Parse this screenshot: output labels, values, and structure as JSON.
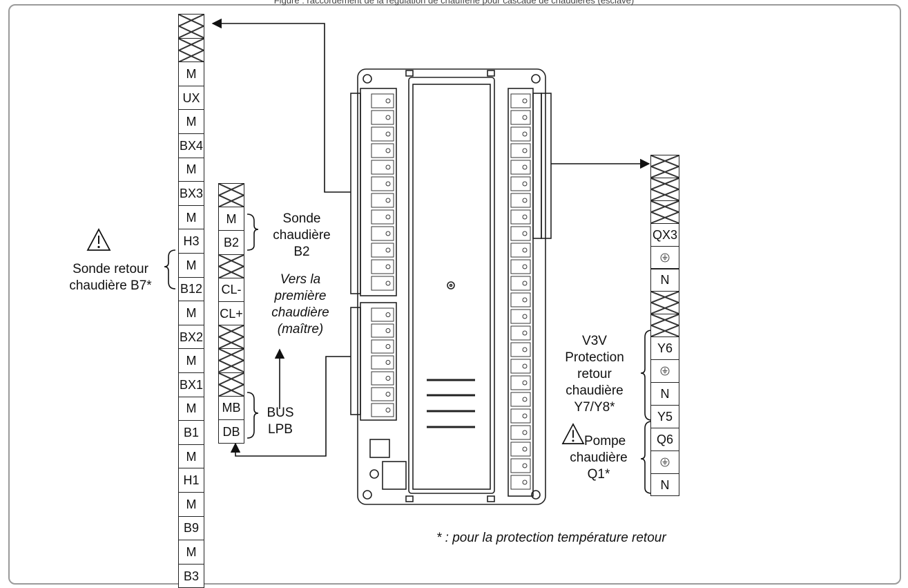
{
  "caption": "Figure : raccordement de la régulation de chaufferie pour cascade de chaudières (esclave)",
  "left_strip": [
    "",
    "",
    "M",
    "UX",
    "M",
    "BX4",
    "M",
    "BX3",
    "M",
    "H3",
    "M",
    "B12",
    "M",
    "BX2",
    "M",
    "BX1",
    "M",
    "B1",
    "M",
    "H1",
    "M",
    "B9",
    "M",
    "B3"
  ],
  "mid_strip": [
    "",
    "M",
    "B2",
    "",
    "CL-",
    "CL+",
    "",
    "",
    "",
    "MB",
    "DB"
  ],
  "right_strip": [
    "",
    "",
    "",
    "QX3",
    "earth",
    "N",
    "",
    "",
    "Y6",
    "earth",
    "N",
    "Y5",
    "Q6",
    "earth",
    "N"
  ],
  "labels": {
    "sonde_retour": "Sonde retour",
    "chaudiere_b7": "chaudière B7*",
    "sonde": "Sonde",
    "chaudiere": "chaudière",
    "b2": "B2",
    "vers_la": "Vers la",
    "premiere": "première",
    "chaudiere_it": "chaudière",
    "maitre": "(maître)",
    "bus": "BUS",
    "lpb": "LPB",
    "v3v": "V3V",
    "protection": "Protection",
    "retour": "retour",
    "chaudiere_r": "chaudière",
    "y7y8": "Y7/Y8*",
    "pompe": "Pompe",
    "chaudiere_p": "chaudière",
    "q1": "Q1*"
  },
  "footnote": "* :  pour la protection température retour",
  "icons": [
    "warning-triangle-icon",
    "earth-ground-icon",
    "terminal-blank-icon"
  ]
}
